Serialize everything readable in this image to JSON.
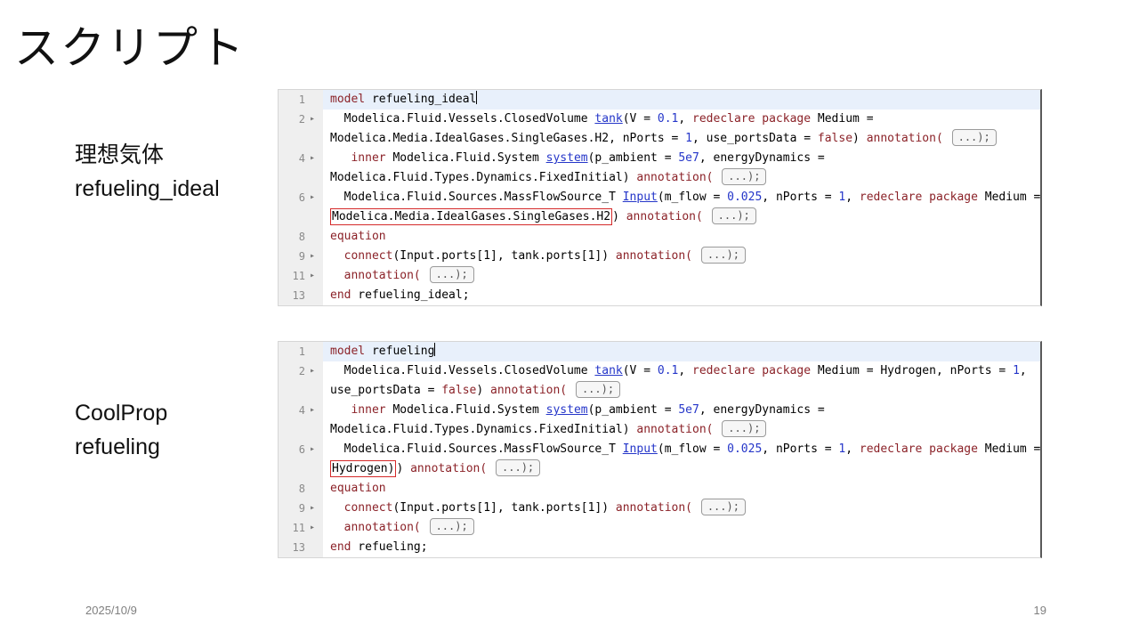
{
  "slide": {
    "title": "スクリプト",
    "footer_date": "2025/10/9",
    "footer_page": "19"
  },
  "labels": {
    "ideal_jp": "理想気体",
    "ideal_en": "refueling_ideal",
    "coolprop": "CoolProp",
    "refueling": "refueling"
  },
  "colors": {
    "keyword": "#8b2228",
    "instance": "#2536c9",
    "number": "#2536c9",
    "annotation_box_border": "#9a9a9a",
    "annotation_box_bg": "#f6f6f6",
    "red_box": "#d42a2a",
    "current_line": "#e8f0fb",
    "gutter_bg": "#efefef",
    "gutter_text": "#8a8a8a"
  },
  "editors": [
    {
      "name": "refueling_ideal",
      "lines": [
        {
          "num": "1",
          "fold": false,
          "hl": true,
          "tokens": [
            {
              "c": "kw",
              "t": "model"
            },
            {
              "c": "pl",
              "t": " refueling_ideal"
            },
            {
              "c": "caret",
              "t": ""
            }
          ]
        },
        {
          "num": "2",
          "fold": true,
          "tokens": [
            {
              "c": "pl",
              "t": "  Modelica.Fluid.Vessels.ClosedVolume "
            },
            {
              "c": "inst",
              "t": "tank"
            },
            {
              "c": "pl",
              "t": "(V = "
            },
            {
              "c": "num",
              "t": "0.1"
            },
            {
              "c": "pl",
              "t": ", "
            },
            {
              "c": "kw",
              "t": "redeclare package"
            },
            {
              "c": "pl",
              "t": " Medium ="
            }
          ]
        },
        {
          "num": "",
          "fold": false,
          "tokens": [
            {
              "c": "pl",
              "t": "Modelica.Media.IdealGases.SingleGases.H2, nPorts = "
            },
            {
              "c": "num",
              "t": "1"
            },
            {
              "c": "pl",
              "t": ", use_portsData = "
            },
            {
              "c": "kw",
              "t": "false"
            },
            {
              "c": "pl",
              "t": ") "
            },
            {
              "c": "kw",
              "t": "annotation("
            },
            {
              "c": "pl",
              "t": " "
            },
            {
              "c": "abox",
              "t": "...);"
            }
          ]
        },
        {
          "num": "4",
          "fold": true,
          "tokens": [
            {
              "c": "pl",
              "t": "   "
            },
            {
              "c": "kw",
              "t": "inner"
            },
            {
              "c": "pl",
              "t": " Modelica.Fluid.System "
            },
            {
              "c": "inst",
              "t": "system"
            },
            {
              "c": "pl",
              "t": "(p_ambient = "
            },
            {
              "c": "num",
              "t": "5e7"
            },
            {
              "c": "pl",
              "t": ", energyDynamics ="
            }
          ]
        },
        {
          "num": "",
          "fold": false,
          "tokens": [
            {
              "c": "pl",
              "t": "Modelica.Fluid.Types.Dynamics.FixedInitial) "
            },
            {
              "c": "kw",
              "t": "annotation("
            },
            {
              "c": "pl",
              "t": " "
            },
            {
              "c": "abox",
              "t": "...);"
            }
          ]
        },
        {
          "num": "6",
          "fold": true,
          "tokens": [
            {
              "c": "pl",
              "t": "  Modelica.Fluid.Sources.MassFlowSource_T "
            },
            {
              "c": "inst",
              "t": "Input"
            },
            {
              "c": "pl",
              "t": "(m_flow = "
            },
            {
              "c": "num",
              "t": "0.025"
            },
            {
              "c": "pl",
              "t": ", nPorts = "
            },
            {
              "c": "num",
              "t": "1"
            },
            {
              "c": "pl",
              "t": ", "
            },
            {
              "c": "kw",
              "t": "redeclare package"
            },
            {
              "c": "pl",
              "t": " Medium ="
            }
          ]
        },
        {
          "num": "",
          "fold": false,
          "tokens": [
            {
              "c": "rbox",
              "t": "Modelica.Media.IdealGases.SingleGases.H2"
            },
            {
              "c": "pl",
              "t": ") "
            },
            {
              "c": "kw",
              "t": "annotation("
            },
            {
              "c": "pl",
              "t": " "
            },
            {
              "c": "abox",
              "t": "...);"
            }
          ]
        },
        {
          "num": "8",
          "fold": false,
          "tokens": [
            {
              "c": "kw",
              "t": "equation"
            }
          ]
        },
        {
          "num": "9",
          "fold": true,
          "tokens": [
            {
              "c": "pl",
              "t": "  "
            },
            {
              "c": "kw",
              "t": "connect"
            },
            {
              "c": "pl",
              "t": "(Input.ports[1], tank.ports[1]) "
            },
            {
              "c": "kw",
              "t": "annotation("
            },
            {
              "c": "pl",
              "t": " "
            },
            {
              "c": "abox",
              "t": "...);"
            }
          ]
        },
        {
          "num": "11",
          "fold": true,
          "tokens": [
            {
              "c": "pl",
              "t": "  "
            },
            {
              "c": "kw",
              "t": "annotation("
            },
            {
              "c": "pl",
              "t": " "
            },
            {
              "c": "abox",
              "t": "...);"
            }
          ]
        },
        {
          "num": "13",
          "fold": false,
          "tokens": [
            {
              "c": "kw",
              "t": "end"
            },
            {
              "c": "pl",
              "t": " refueling_ideal;"
            }
          ]
        }
      ]
    },
    {
      "name": "refueling",
      "lines": [
        {
          "num": "1",
          "fold": false,
          "hl": true,
          "tokens": [
            {
              "c": "kw",
              "t": "model"
            },
            {
              "c": "pl",
              "t": " refueling"
            },
            {
              "c": "caret",
              "t": ""
            }
          ]
        },
        {
          "num": "2",
          "fold": true,
          "tokens": [
            {
              "c": "pl",
              "t": "  Modelica.Fluid.Vessels.ClosedVolume "
            },
            {
              "c": "inst",
              "t": "tank"
            },
            {
              "c": "pl",
              "t": "(V = "
            },
            {
              "c": "num",
              "t": "0.1"
            },
            {
              "c": "pl",
              "t": ", "
            },
            {
              "c": "kw",
              "t": "redeclare package"
            },
            {
              "c": "pl",
              "t": " Medium = Hydrogen, nPorts = "
            },
            {
              "c": "num",
              "t": "1"
            },
            {
              "c": "pl",
              "t": ","
            }
          ]
        },
        {
          "num": "",
          "fold": false,
          "tokens": [
            {
              "c": "pl",
              "t": "use_portsData = "
            },
            {
              "c": "kw",
              "t": "false"
            },
            {
              "c": "pl",
              "t": ") "
            },
            {
              "c": "kw",
              "t": "annotation("
            },
            {
              "c": "pl",
              "t": " "
            },
            {
              "c": "abox",
              "t": "...);"
            }
          ]
        },
        {
          "num": "4",
          "fold": true,
          "tokens": [
            {
              "c": "pl",
              "t": "   "
            },
            {
              "c": "kw",
              "t": "inner"
            },
            {
              "c": "pl",
              "t": " Modelica.Fluid.System "
            },
            {
              "c": "inst",
              "t": "system"
            },
            {
              "c": "pl",
              "t": "(p_ambient = "
            },
            {
              "c": "num",
              "t": "5e7"
            },
            {
              "c": "pl",
              "t": ", energyDynamics ="
            }
          ]
        },
        {
          "num": "",
          "fold": false,
          "tokens": [
            {
              "c": "pl",
              "t": "Modelica.Fluid.Types.Dynamics.FixedInitial) "
            },
            {
              "c": "kw",
              "t": "annotation("
            },
            {
              "c": "pl",
              "t": " "
            },
            {
              "c": "abox",
              "t": "...);"
            }
          ]
        },
        {
          "num": "6",
          "fold": true,
          "tokens": [
            {
              "c": "pl",
              "t": "  Modelica.Fluid.Sources.MassFlowSource_T "
            },
            {
              "c": "inst",
              "t": "Input"
            },
            {
              "c": "pl",
              "t": "(m_flow = "
            },
            {
              "c": "num",
              "t": "0.025"
            },
            {
              "c": "pl",
              "t": ", nPorts = "
            },
            {
              "c": "num",
              "t": "1"
            },
            {
              "c": "pl",
              "t": ", "
            },
            {
              "c": "kw",
              "t": "redeclare package"
            },
            {
              "c": "pl",
              "t": " Medium ="
            }
          ]
        },
        {
          "num": "",
          "fold": false,
          "tokens": [
            {
              "c": "rbox",
              "t": "Hydrogen)"
            },
            {
              "c": "pl",
              "t": ") "
            },
            {
              "c": "kw",
              "t": "annotation("
            },
            {
              "c": "pl",
              "t": " "
            },
            {
              "c": "abox",
              "t": "...);"
            }
          ]
        },
        {
          "num": "8",
          "fold": false,
          "tokens": [
            {
              "c": "kw",
              "t": "equation"
            }
          ]
        },
        {
          "num": "9",
          "fold": true,
          "tokens": [
            {
              "c": "pl",
              "t": "  "
            },
            {
              "c": "kw",
              "t": "connect"
            },
            {
              "c": "pl",
              "t": "(Input.ports[1], tank.ports[1]) "
            },
            {
              "c": "kw",
              "t": "annotation("
            },
            {
              "c": "pl",
              "t": " "
            },
            {
              "c": "abox",
              "t": "...);"
            }
          ]
        },
        {
          "num": "11",
          "fold": true,
          "tokens": [
            {
              "c": "pl",
              "t": "  "
            },
            {
              "c": "kw",
              "t": "annotation("
            },
            {
              "c": "pl",
              "t": " "
            },
            {
              "c": "abox",
              "t": "...);"
            }
          ]
        },
        {
          "num": "13",
          "fold": false,
          "tokens": [
            {
              "c": "kw",
              "t": "end"
            },
            {
              "c": "pl",
              "t": " refueling;"
            }
          ]
        }
      ]
    }
  ]
}
